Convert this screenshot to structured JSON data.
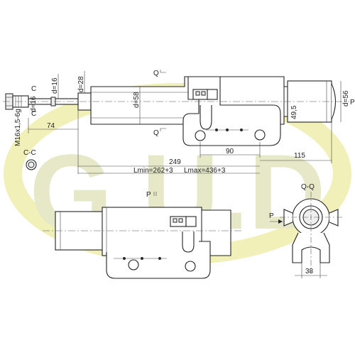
{
  "watermark": {
    "text": "G.U.D",
    "ring_color": "#f0f0b8",
    "letter_color": "#e3e6cc"
  },
  "labels": {
    "section_q_top": "Q",
    "section_q_bottom": "Q",
    "section_p": "P",
    "view_p": "P",
    "view_p_arrow": "P",
    "section_cc": "C-C",
    "section_qq": "Q-Q",
    "c_mark_top": "C",
    "c_mark_bottom": "C"
  },
  "dimensions": {
    "thread": "M16x1,5-6g",
    "rod_d": "d=16",
    "rod_d2": "d=28",
    "body_d": "d=58",
    "mount_d": "d=56",
    "l74": "74",
    "l90": "90",
    "l49": "49,5",
    "l115": "115",
    "l249": "249",
    "lmin": "Lmin=262+3",
    "lmax": "Lmax=436+3",
    "l38": "38"
  }
}
